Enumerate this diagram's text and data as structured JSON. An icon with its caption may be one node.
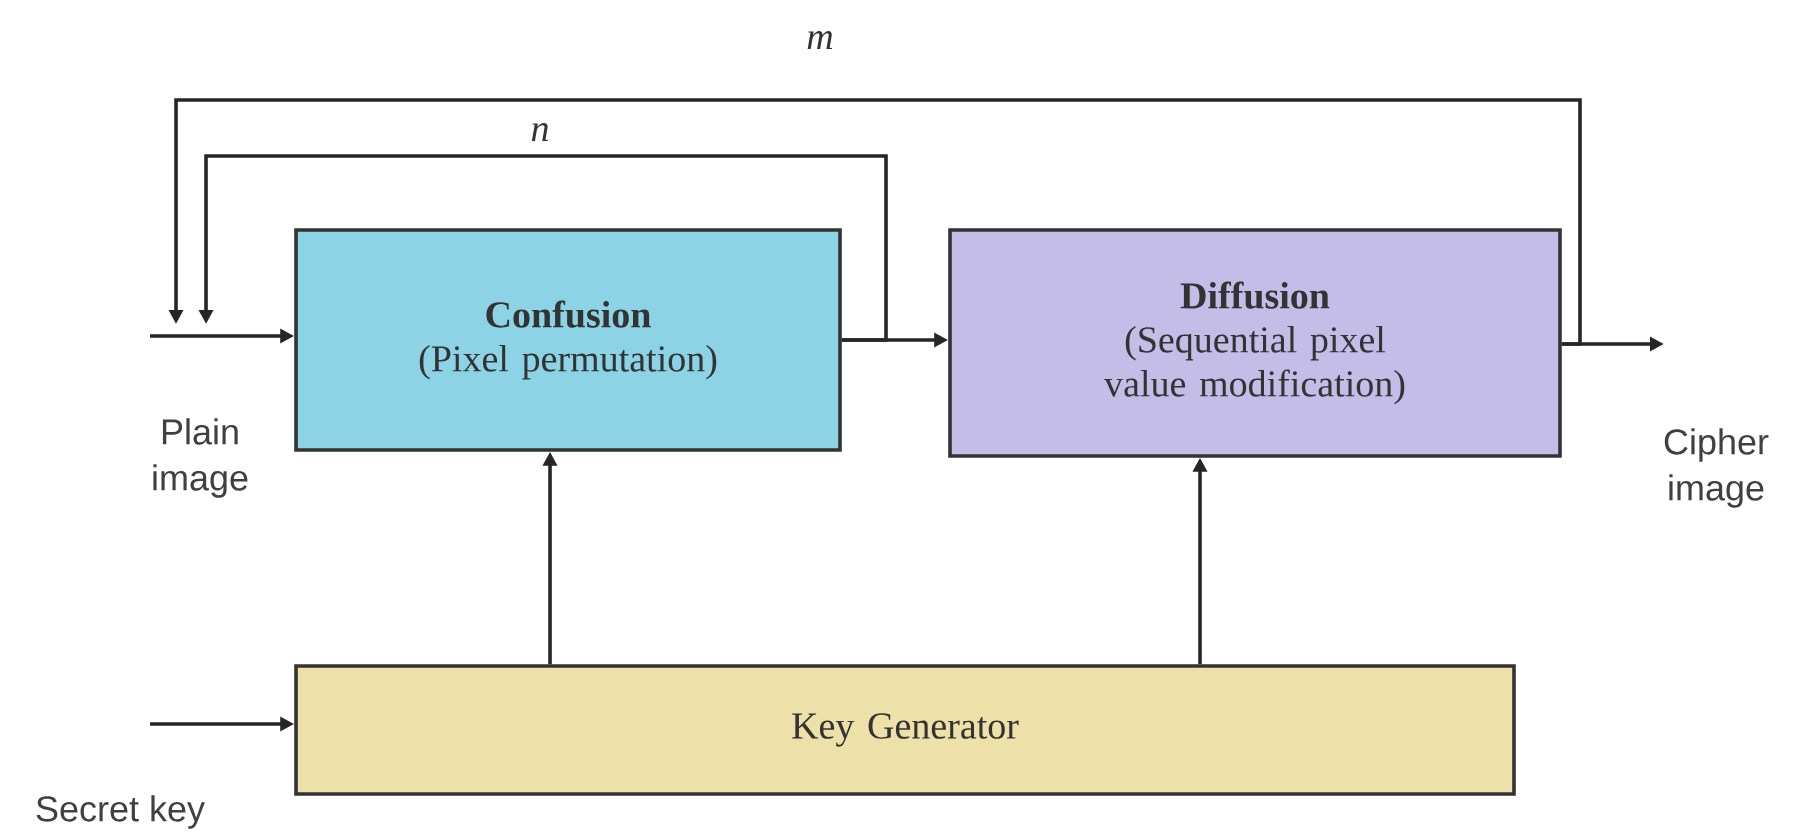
{
  "diagram": {
    "nodes": [
      {
        "text": [
          "Confusion",
          "(Pixel permutation)"
        ]
      },
      {
        "text": [
          "Diffusion",
          "(Sequential pixel value modification)"
        ]
      },
      {
        "text": [
          "Key Generator"
        ]
      }
    ],
    "edges": [
      {
        "from": null,
        "to": 0,
        "arrow": "to"
      },
      {
        "from": 0,
        "to": 1,
        "arrow": "to"
      },
      {
        "from": 0,
        "to": 0,
        "label": "n",
        "arrow": "to"
      },
      {
        "from": 1,
        "to": 0,
        "label": "m",
        "arrow": "to"
      },
      {
        "from": 1,
        "to": null,
        "arrow": "to"
      },
      {
        "from": null,
        "to": 2,
        "arrow": "to"
      },
      {
        "from": 2,
        "to": 0,
        "arrow": "to"
      },
      {
        "from": 2,
        "to": 1,
        "arrow": "to"
      }
    ],
    "labels": [
      "Plain image",
      "Cipher image",
      "Secret key"
    ]
  }
}
